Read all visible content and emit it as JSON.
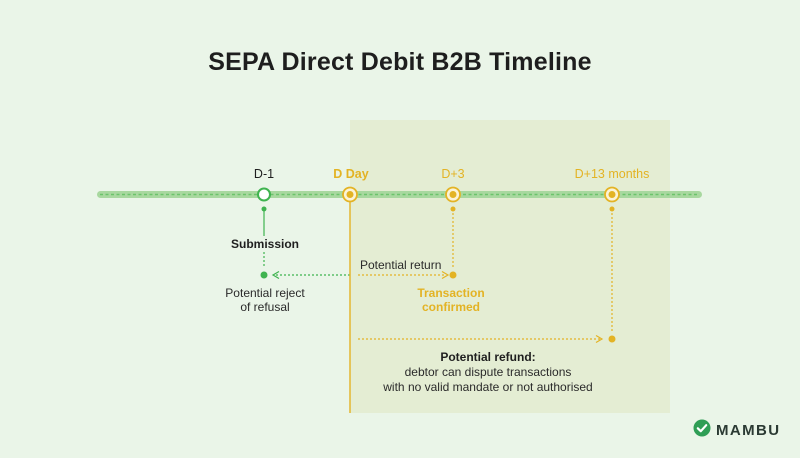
{
  "title": "SEPA Direct Debit B2B Timeline",
  "milestones": {
    "dminus1": "D-1",
    "dday": "D Day",
    "dplus3": "D+3",
    "dplus13m": "D+13 months"
  },
  "labels": {
    "submission": "Submission",
    "reject_line1": "Potential reject",
    "reject_line2": "of refusal",
    "potential_return": "Potential return",
    "confirmed_line1": "Transaction",
    "confirmed_line2": "confirmed",
    "refund_title": "Potential refund:",
    "refund_line1": "debtor can dispute transactions",
    "refund_line2": "with no valid mandate or not authorised"
  },
  "logo": {
    "text": "MAMBU",
    "icon": "mambu-check-icon"
  },
  "colors": {
    "background": "#eaf5e8",
    "panel": "#e4edd3",
    "green": "#3fb34f",
    "gold": "#e3b324",
    "timeline": "#a8d89f"
  }
}
